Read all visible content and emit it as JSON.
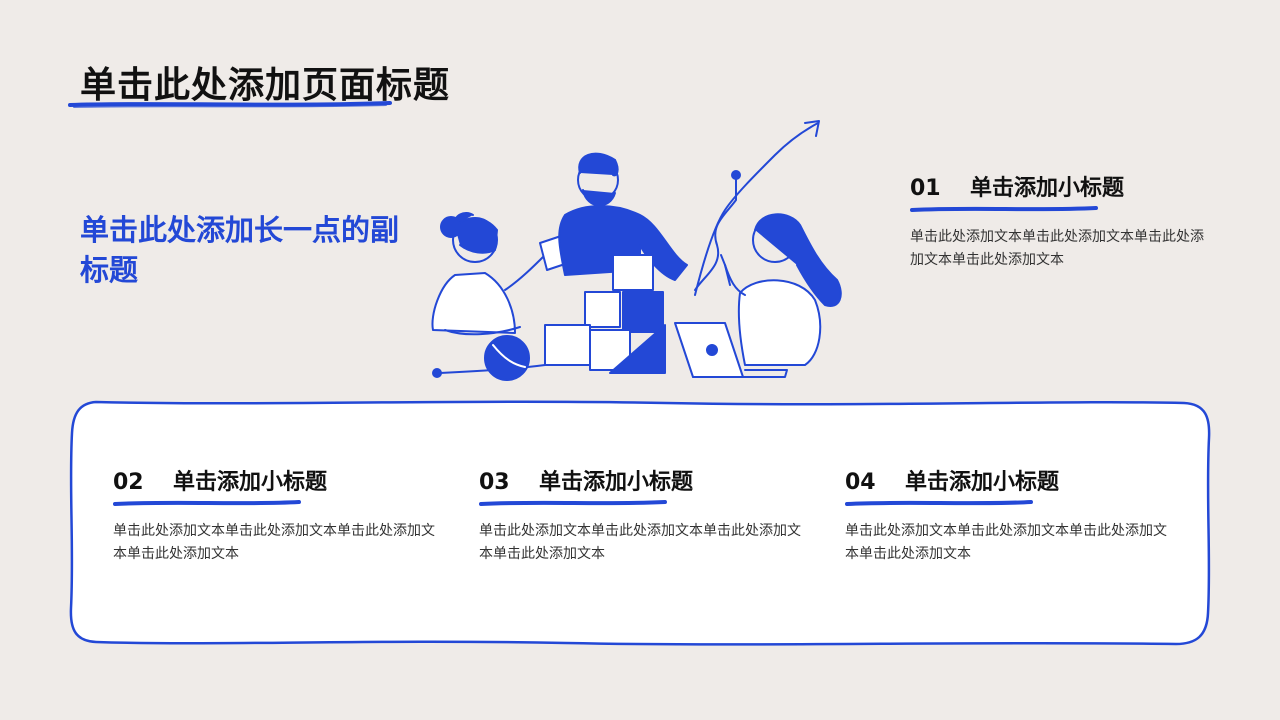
{
  "page": {
    "title": "单击此处添加页面标题",
    "subtitle": "单击此处添加长一点的副标题"
  },
  "colors": {
    "background": "#efebe8",
    "accent_blue": "#2348d6",
    "text_dark": "#111111",
    "card": "#ffffff"
  },
  "illustration": {
    "icon": "team-collaboration-illustration"
  },
  "sections": [
    {
      "number": "01",
      "title": "单击添加小标题",
      "text": "单击此处添加文本单击此处添加文本单击此处添加文本单击此处添加文本"
    },
    {
      "number": "02",
      "title": "单击添加小标题",
      "text": "单击此处添加文本单击此处添加文本单击此处添加文本单击此处添加文本"
    },
    {
      "number": "03",
      "title": "单击添加小标题",
      "text": "单击此处添加文本单击此处添加文本单击此处添加文本单击此处添加文本"
    },
    {
      "number": "04",
      "title": "单击添加小标题",
      "text": "单击此处添加文本单击此处添加文本单击此处添加文本单击此处添加文本"
    }
  ]
}
